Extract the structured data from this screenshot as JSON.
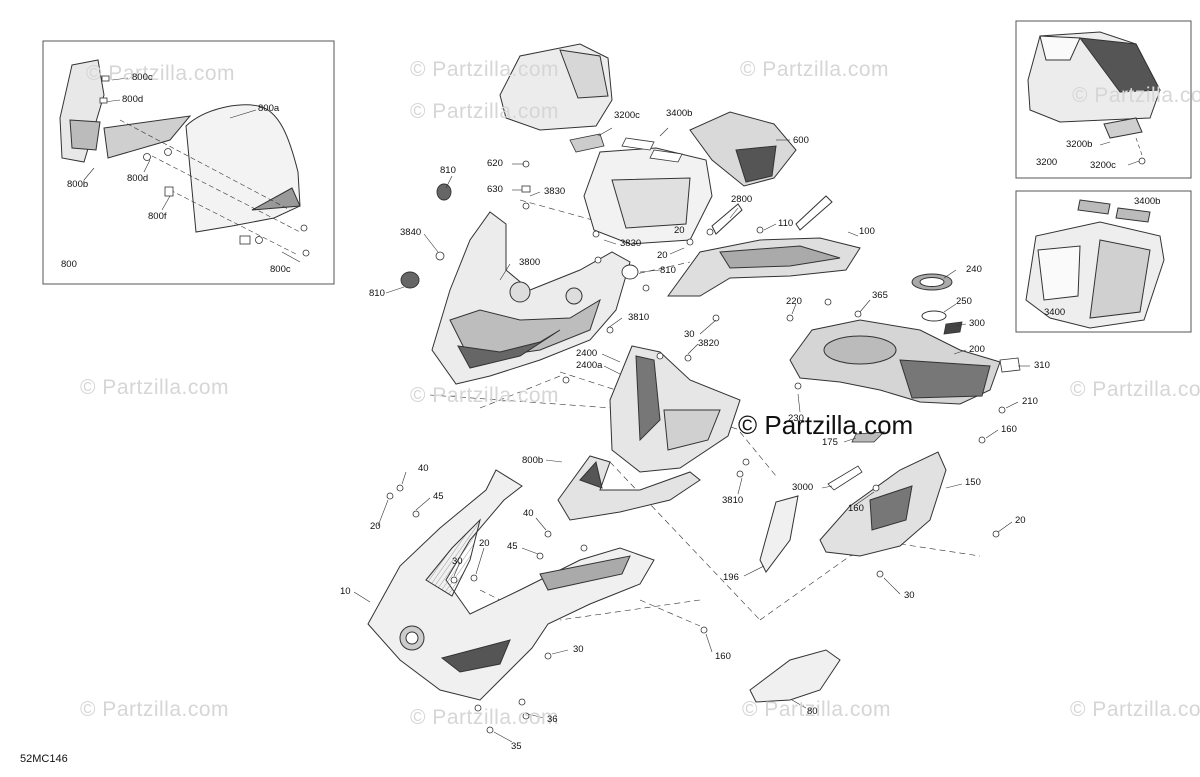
{
  "watermark": "© Partzilla.com",
  "brand": "© Partzilla.com",
  "diagram_code": "52MC146",
  "colors": {
    "line": "#333333",
    "watermark": "#d6d6d6",
    "part_fill": "#e9e9e9",
    "dark_fill": "#6a6a6a"
  },
  "insets": {
    "left": {
      "label": "800",
      "callouts": [
        "800c",
        "800d",
        "800a",
        "800b",
        "800d",
        "800f",
        "800c"
      ]
    },
    "top_right": {
      "label": "3200",
      "callouts": [
        "3200b",
        "3200c"
      ]
    },
    "mid_right": {
      "label": "3400",
      "callouts": [
        "3400b"
      ]
    }
  },
  "callouts": [
    "3200c",
    "3400b",
    "600",
    "810",
    "620",
    "630",
    "3830",
    "2800",
    "110",
    "100",
    "3840",
    "20",
    "3830",
    "20",
    "810",
    "3800",
    "810",
    "240",
    "365",
    "220",
    "250",
    "3810",
    "300",
    "30",
    "3820",
    "200",
    "2400",
    "2400a",
    "310",
    "210",
    "230",
    "175",
    "160",
    "800b",
    "40",
    "45",
    "20",
    "3810",
    "3000",
    "150",
    "160",
    "40",
    "20",
    "20",
    "45",
    "30",
    "196",
    "30",
    "10",
    "160",
    "30",
    "80",
    "36",
    "35"
  ]
}
